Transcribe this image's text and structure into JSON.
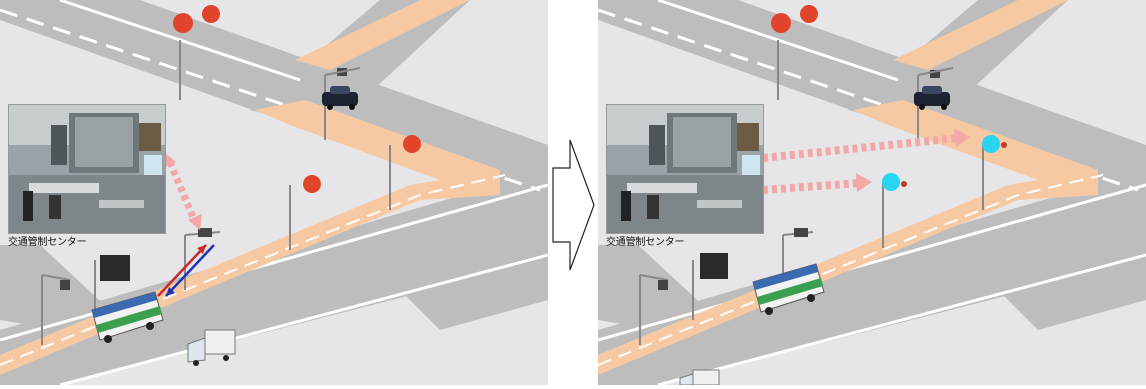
{
  "panels": {
    "before": {
      "caption": "交通管制センター"
    },
    "after": {
      "caption": "交通管制センター"
    }
  },
  "colors": {
    "road": "#bcbcbc",
    "background": "#e6e6e8",
    "bus_lane": "#f8c9a1",
    "signal_red": "#e0452c",
    "signal_blue": "#2ad5f2",
    "uplink_arrow": "#cc2a2a",
    "downlink_arrow": "#2233bb",
    "priority_request_arrow": "#f4a7a7"
  },
  "icons": {
    "transition_arrow": "hollow-right-arrow",
    "signals": "traffic-signal-icon",
    "vehicles": [
      "bus",
      "car",
      "truck"
    ]
  }
}
